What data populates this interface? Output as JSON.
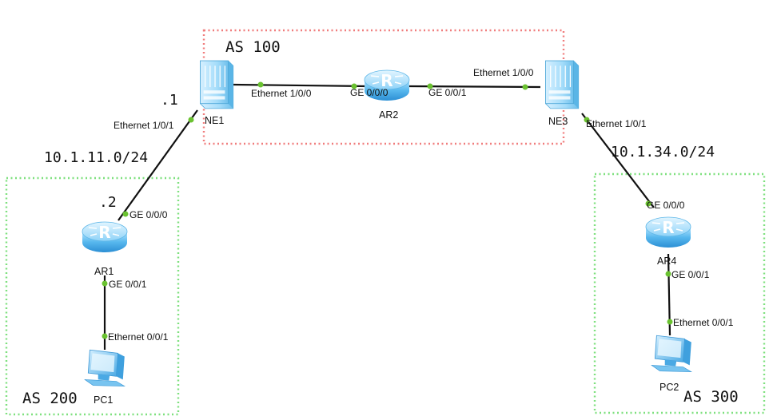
{
  "areas": [
    {
      "id": "as100",
      "label": "AS 100",
      "color": "#f07c7c"
    },
    {
      "id": "as200",
      "label": "AS 200",
      "color": "#7ee07e"
    },
    {
      "id": "as300",
      "label": "AS 300",
      "color": "#7ee07e"
    }
  ],
  "devices": {
    "ne1": {
      "label": "NE1",
      "type": "switch"
    },
    "ar2": {
      "label": "AR2",
      "type": "router"
    },
    "ne3": {
      "label": "NE3",
      "type": "switch"
    },
    "ar1": {
      "label": "AR1",
      "type": "router"
    },
    "ar4": {
      "label": "AR4",
      "type": "router"
    },
    "pc1": {
      "label": "PC1",
      "type": "pc"
    },
    "pc2": {
      "label": "PC2",
      "type": "pc"
    }
  },
  "links": [
    {
      "id": "ne1-ar2",
      "a_port": "Ethernet 1/0/0",
      "b_port": "GE 0/0/0"
    },
    {
      "id": "ar2-ne3",
      "a_port": "GE 0/0/1",
      "b_port": "Ethernet 1/0/0"
    },
    {
      "id": "ne1-ar1",
      "a_port": "Ethernet 1/0/1",
      "b_port": "GE 0/0/0"
    },
    {
      "id": "ar1-pc1",
      "a_port": "GE 0/0/1",
      "b_port": "Ethernet 0/0/1"
    },
    {
      "id": "ne3-ar4",
      "a_port": "Ethernet 1/0/1",
      "b_port": "GE 0/0/0"
    },
    {
      "id": "ar4-pc2",
      "a_port": "GE 0/0/1",
      "b_port": "Ethernet 0/0/1"
    }
  ],
  "subnets": {
    "left": {
      "network": "10.1.11.0/24",
      "ne1_host": ".1",
      "ar1_host": ".2"
    },
    "right": {
      "network": "10.1.34.0/24"
    }
  },
  "colors": {
    "router_body": "#3fa7e6",
    "switch_body": "#7fc8ee",
    "pc_body": "#4fb0ea",
    "link": "#111111",
    "port_dot": "#6ac230"
  }
}
